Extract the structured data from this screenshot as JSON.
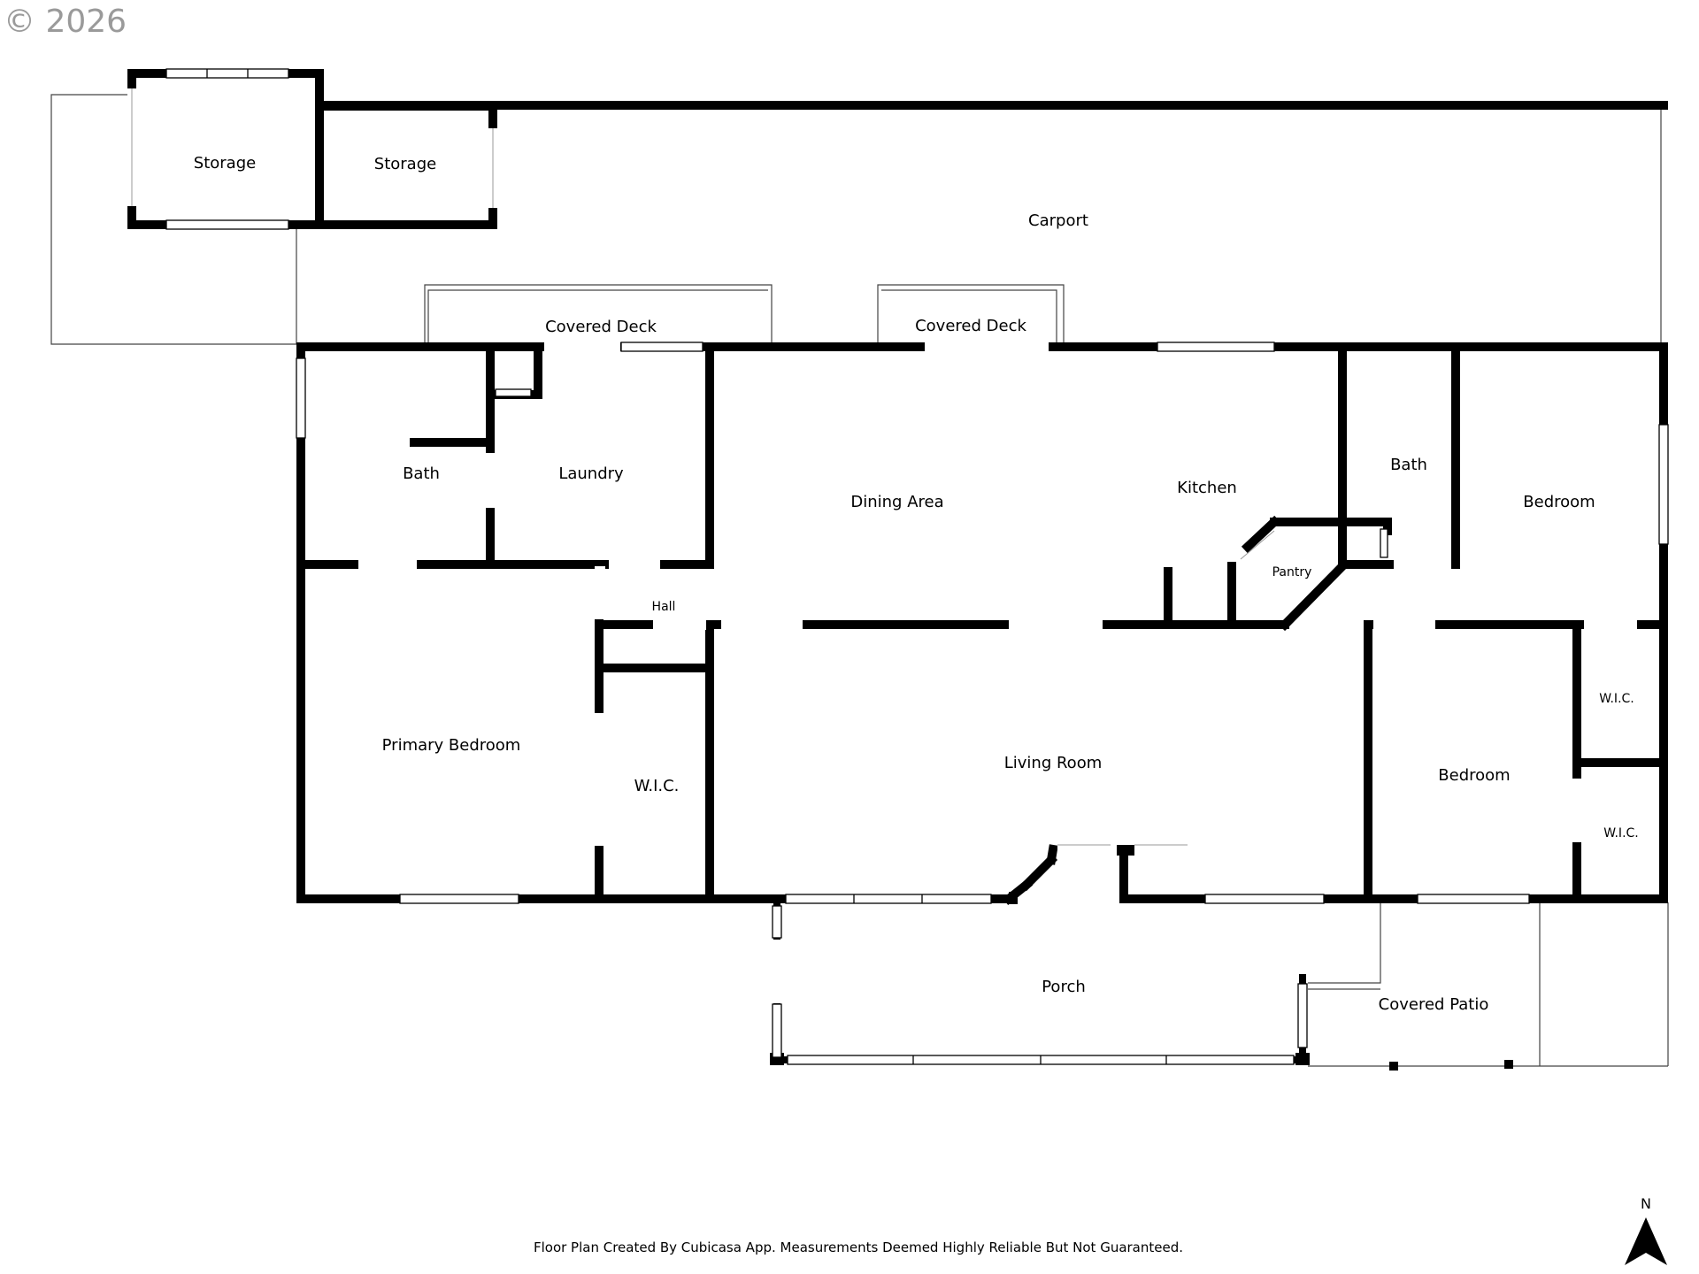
{
  "watermark": "© 2026",
  "rooms": {
    "storage_1": "Storage",
    "storage_2": "Storage",
    "carport": "Carport",
    "covered_deck_1": "Covered Deck",
    "covered_deck_2": "Covered Deck",
    "bath_1": "Bath",
    "laundry": "Laundry",
    "dining_area": "Dining Area",
    "kitchen": "Kitchen",
    "bath_2": "Bath",
    "bedroom_1": "Bedroom",
    "pantry": "Pantry",
    "hall": "Hall",
    "primary_bedroom": "Primary Bedroom",
    "wic_1": "W.I.C.",
    "living_room": "Living Room",
    "bedroom_2": "Bedroom",
    "wic_2": "W.I.C.",
    "wic_3": "W.I.C.",
    "porch": "Porch",
    "covered_patio": "Covered Patio"
  },
  "footer": "Floor Plan Created By Cubicasa App. Measurements Deemed Highly Reliable But Not Guaranteed.",
  "compass": {
    "label": "N",
    "icon": "north-arrow-icon"
  }
}
